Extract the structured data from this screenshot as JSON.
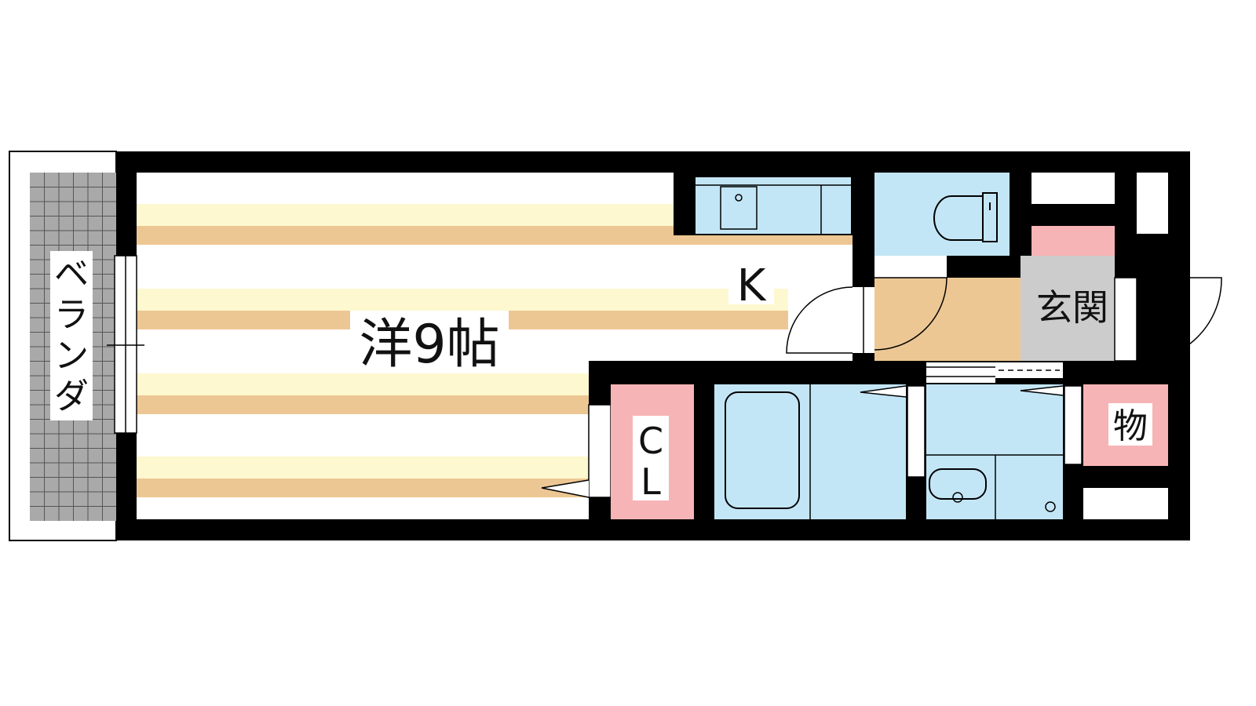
{
  "floor_plan": {
    "rooms": {
      "western_room": {
        "label": "洋9帖"
      },
      "kitchen": {
        "label": "K"
      },
      "closet": {
        "label_line1": "C",
        "label_line2": "L"
      },
      "entrance": {
        "label": "玄関"
      },
      "storage": {
        "label": "物"
      },
      "veranda": {
        "label_chars": [
          "ベ",
          "ラ",
          "ン",
          "ダ"
        ]
      }
    },
    "colors": {
      "wall": "#000000",
      "floor_stripe_light": "#fdf8cf",
      "floor_stripe_dark": "#edc793",
      "wet_area": "#c3e6f6",
      "storage_pink": "#f7b4b6",
      "entrance_tile": "#cccccc",
      "entrance_floor": "#edc793",
      "veranda_grid": "#a9a9a9"
    }
  }
}
